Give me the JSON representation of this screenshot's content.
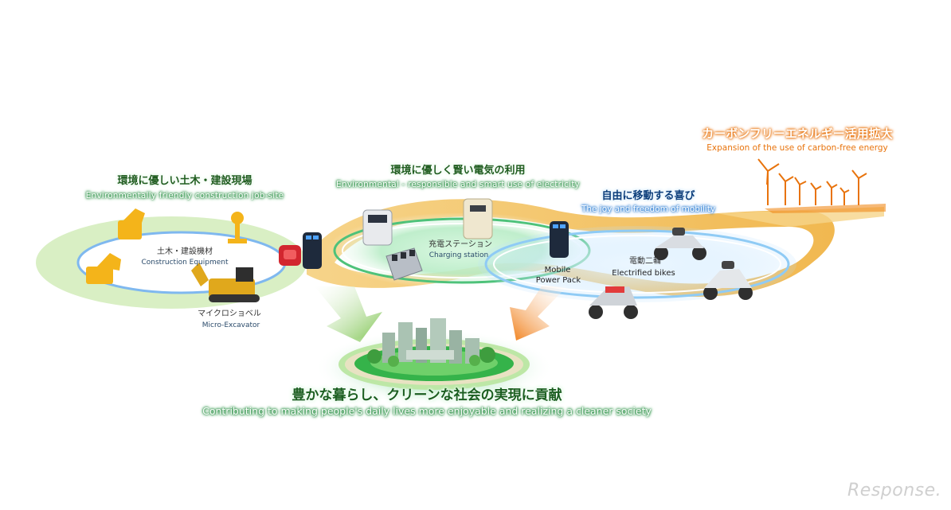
{
  "sections": {
    "construction": {
      "title_jp": "環境に優しい土木・建設現場",
      "title_en": "Environmentally friendly construction job-site"
    },
    "electricity": {
      "title_jp": "環境に優しく賢い電気の利用",
      "title_en": "Environmental - responsible and smart use of electricity"
    },
    "mobility": {
      "title_jp": "自由に移動する喜び",
      "title_en": "The joy and freedom of mobility"
    },
    "carbon_free": {
      "title_jp": "カーボンフリーエネルギー活用拡大",
      "title_en": "Expansion of the use of carbon-free energy"
    }
  },
  "labels": {
    "construction_equipment_jp": "土木・建設機材",
    "construction_equipment_en": "Construction Equipment",
    "micro_excavator_jp": "マイクロショベル",
    "micro_excavator_en": "Micro-Excavator",
    "charging_station_jp": "充電ステーション",
    "charging_station_en": "Charging station",
    "mobile_power_pack_line1": "Mobile",
    "mobile_power_pack_line2": "Power Pack",
    "electrified_bikes_jp": "電動二輪",
    "electrified_bikes_en": "Electrified bikes"
  },
  "goal": {
    "title_jp": "豊かな暮らし、クリーンな社会の実現に貢献",
    "title_en": "Contributing to making people's daily lives more enjoyable and realizing a cleaner society"
  },
  "watermark": "Response.",
  "icons": [
    "excavator-icon",
    "power-pack-icon",
    "charging-station-icon",
    "battery-exchanger-icon",
    "scooter-icon",
    "wind-turbine-icon",
    "city-icon",
    "arrow-down-icon"
  ],
  "colors": {
    "green": "#1e8a3a",
    "blue": "#1f76d0",
    "orange": "#e8730c",
    "track": "#f2c46a"
  }
}
